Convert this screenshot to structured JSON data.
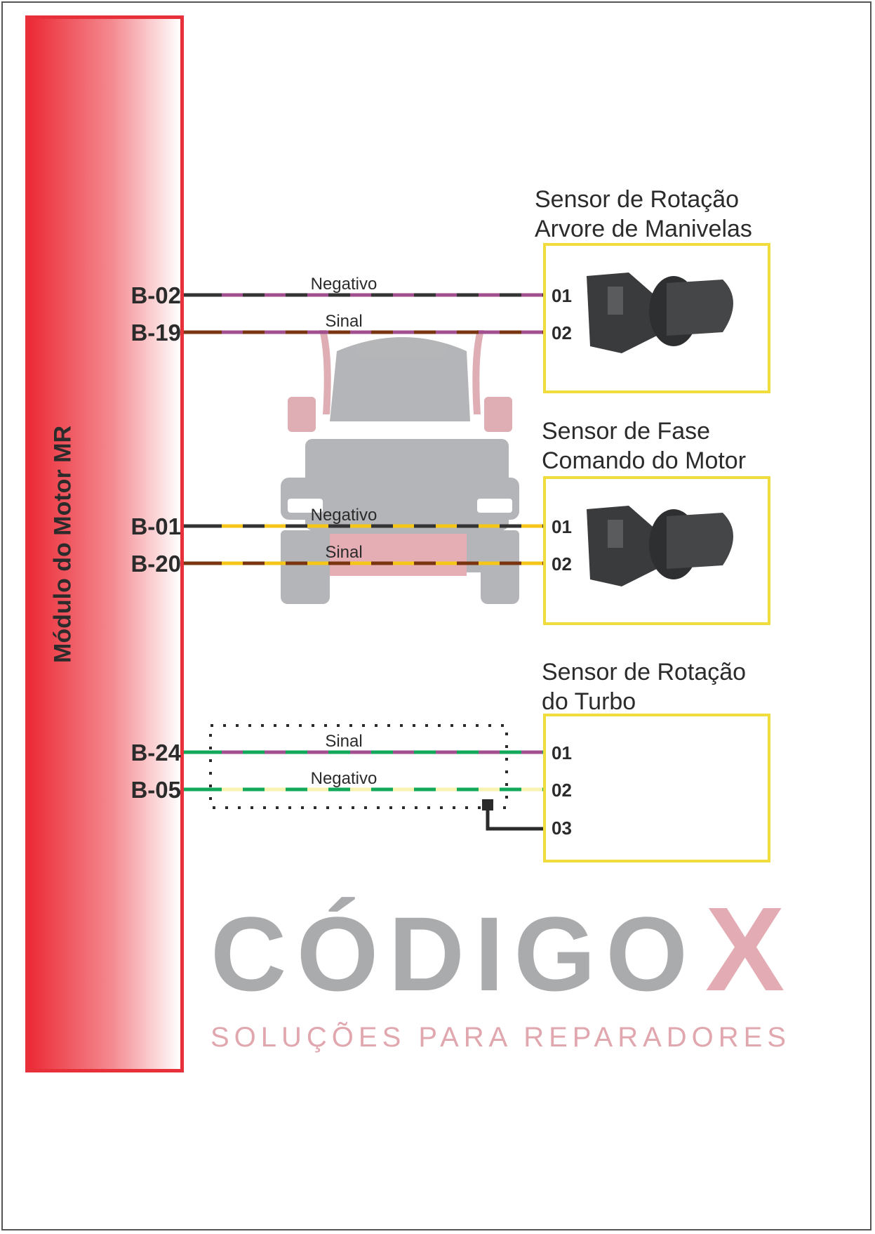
{
  "module": {
    "label": "Módulo do Motor MR"
  },
  "watermark": {
    "brand": "CÓDIGO",
    "brand_x": "X",
    "tagline": "SOLUÇÕES PARA REPARADORES"
  },
  "sensors": [
    {
      "title_line1": "Sensor de Rotação",
      "title_line2": "Arvore de Manivelas",
      "image": "sensor-photo",
      "wires": [
        {
          "ecu_pin": "B-02",
          "sensor_pin": "01",
          "label": "Negativo",
          "base_color": "#333333",
          "stripe_color": "#a24f8f"
        },
        {
          "ecu_pin": "B-19",
          "sensor_pin": "02",
          "label": "Sinal",
          "base_color": "#7a3410",
          "stripe_color": "#a24f8f"
        }
      ]
    },
    {
      "title_line1": "Sensor de Fase",
      "title_line2": "Comando do Motor",
      "image": "sensor-photo",
      "wires": [
        {
          "ecu_pin": "B-01",
          "sensor_pin": "01",
          "label": "Negativo",
          "base_color": "#333333",
          "stripe_color": "#f5c518"
        },
        {
          "ecu_pin": "B-20",
          "sensor_pin": "02",
          "label": "Sinal",
          "base_color": "#7a3410",
          "stripe_color": "#f5c518"
        }
      ]
    },
    {
      "title_line1": "Sensor de Rotação",
      "title_line2": "do Turbo",
      "wires": [
        {
          "ecu_pin": "B-24",
          "sensor_pin": "01",
          "label": "Sinal",
          "base_color": "#12a85a",
          "stripe_color": "#a24f8f"
        },
        {
          "ecu_pin": "B-05",
          "sensor_pin": "02",
          "label": "Negativo",
          "base_color": "#12a85a",
          "stripe_color": "#f7f3b0"
        }
      ],
      "shield_pin": "03"
    }
  ],
  "colors": {
    "module_border": "#e8303a",
    "sensor_box": "#f0dc3c",
    "shield": "#2b2b2b"
  }
}
